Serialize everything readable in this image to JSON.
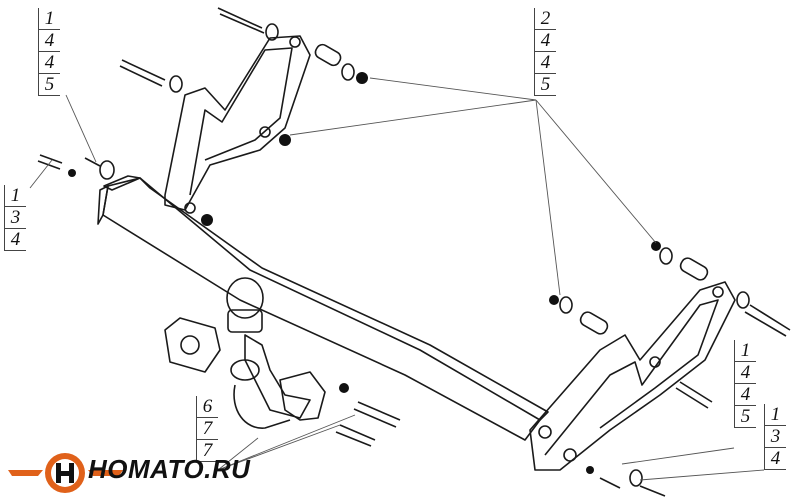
{
  "callouts": {
    "top_left": [
      "1",
      "4",
      "4",
      "5"
    ],
    "left": [
      "1",
      "3",
      "4"
    ],
    "top_right": [
      "2",
      "4",
      "4",
      "5"
    ],
    "bottom_center": [
      "6",
      "7",
      "7"
    ],
    "right_middle": [
      "1",
      "4",
      "4",
      "5"
    ],
    "right_bottom": [
      "1",
      "3",
      "4"
    ]
  },
  "brand": {
    "name": "HOMATO.RU",
    "logo_color": "#e0611a",
    "logo_accent": "#111111"
  },
  "colors": {
    "line": "#1a1a1a",
    "leader": "#555555",
    "nut": "#111111"
  }
}
